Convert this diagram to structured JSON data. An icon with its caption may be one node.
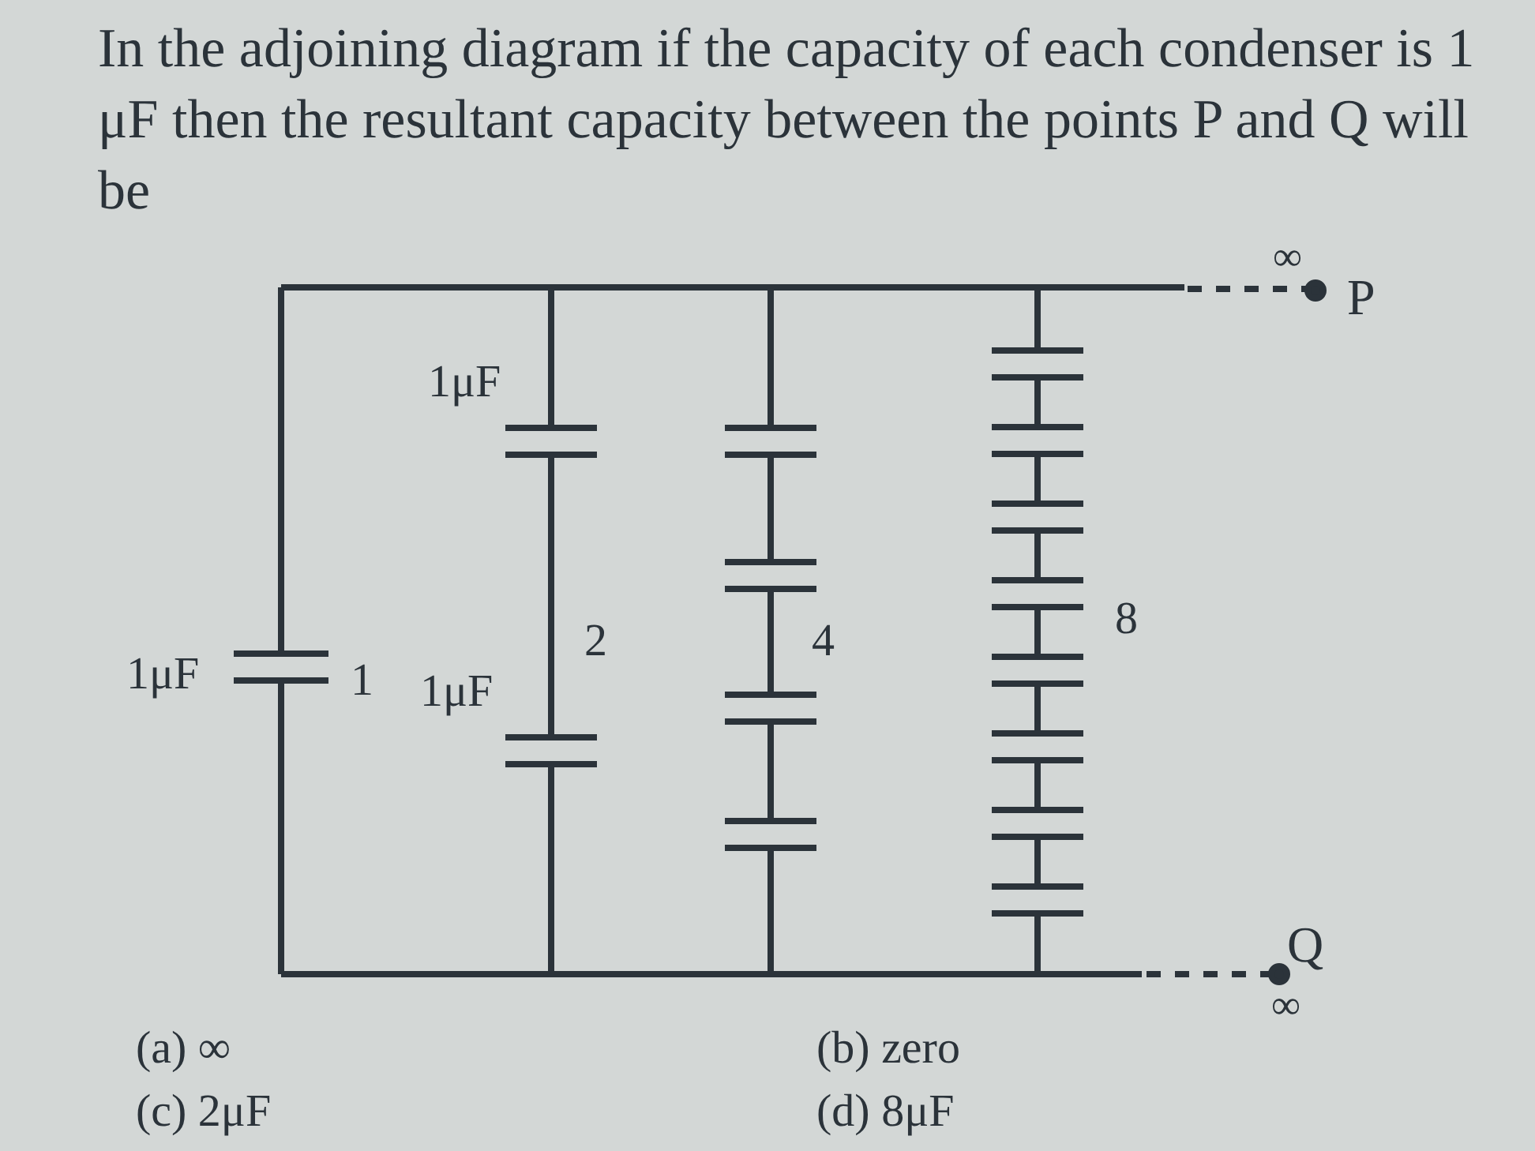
{
  "diagram": {
    "title": "In the adjoining diagram if the capacity of each condenser is 1 μF then the resultant capacity between the points P and Q will be",
    "labels": [
      "∞",
      "P",
      "1μF",
      "1μF",
      "1",
      "2",
      "4",
      "8",
      "1μF",
      "Q",
      "∞",
      "(a) ∞",
      "(b) zero",
      "(c) 2μF",
      "(d) 8μF"
    ]
  }
}
